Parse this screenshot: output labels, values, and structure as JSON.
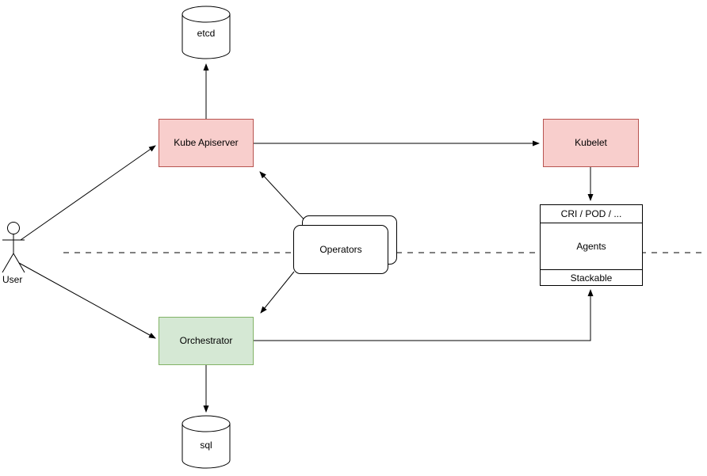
{
  "diagram": {
    "nodes": {
      "etcd": "etcd",
      "kube_apiserver": "Kube Apiserver",
      "kubelet": "Kubelet",
      "agents_top": "CRI / POD / ...",
      "agents_middle": "Agents",
      "agents_bottom": "Stackable",
      "operators": "Operators",
      "orchestrator": "Orchestrator",
      "sql": "sql",
      "user": "User"
    },
    "edges": [
      {
        "from": "Kube Apiserver",
        "to": "etcd"
      },
      {
        "from": "User",
        "to": "Kube Apiserver"
      },
      {
        "from": "User",
        "to": "Orchestrator"
      },
      {
        "from": "Kube Apiserver",
        "to": "Kubelet"
      },
      {
        "from": "Kubelet",
        "to": "Agents"
      },
      {
        "from": "Operators",
        "to": "Kube Apiserver"
      },
      {
        "from": "Operators",
        "to": "Orchestrator"
      },
      {
        "from": "Orchestrator",
        "to": "Stackable"
      },
      {
        "from": "Orchestrator",
        "to": "sql"
      }
    ],
    "colors": {
      "node_red_fill": "#f8cecc",
      "node_red_stroke": "#b85450",
      "node_green_fill": "#d5e8d4",
      "node_green_stroke": "#82b366",
      "shape_fill": "#ffffff",
      "shape_stroke": "#000000",
      "canvas_bg": "#ffffff"
    }
  }
}
